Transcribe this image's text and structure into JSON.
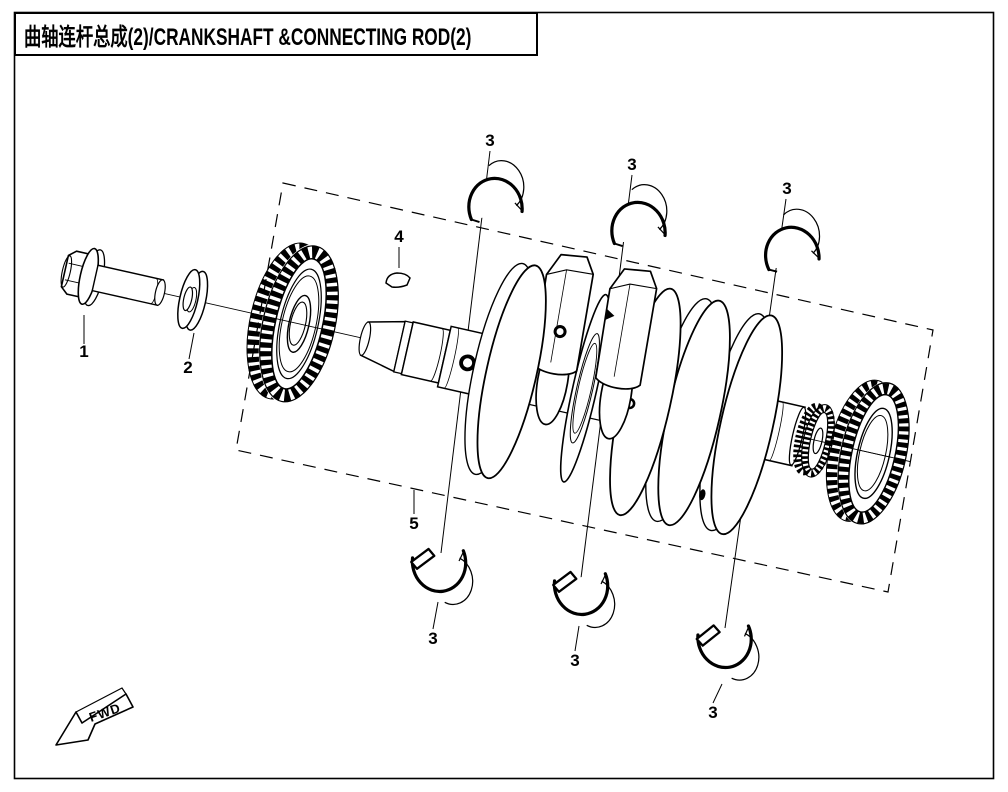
{
  "title": {
    "text": "曲轴连杆总成(2)/CRANKSHAFT &CONNECTING ROD(2)"
  },
  "colors": {
    "line": "#000000",
    "background": "#ffffff"
  },
  "fwd_marker": {
    "label": "FWD"
  },
  "callouts": [
    {
      "id": "flange-bolt",
      "label": "1"
    },
    {
      "id": "washer",
      "label": "2"
    },
    {
      "id": "bearing-shell-top-1",
      "label": "3"
    },
    {
      "id": "bearing-shell-top-2",
      "label": "3"
    },
    {
      "id": "bearing-shell-top-3",
      "label": "3"
    },
    {
      "id": "bearing-shell-bottom-1",
      "label": "3"
    },
    {
      "id": "bearing-shell-bottom-2",
      "label": "3"
    },
    {
      "id": "bearing-shell-bottom-3",
      "label": "3"
    },
    {
      "id": "woodruff-key",
      "label": "4"
    },
    {
      "id": "crankshaft-assembly",
      "label": "5"
    }
  ]
}
